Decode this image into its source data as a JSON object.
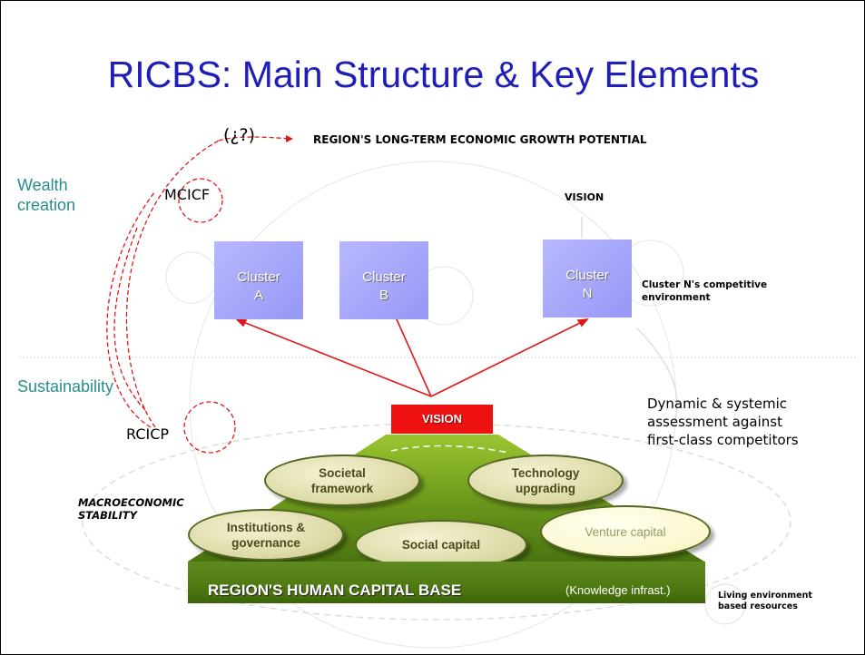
{
  "title": "RICBS: Main Structure & Key Elements",
  "left_labels": {
    "wealth": "Wealth\ncreation",
    "sustainability": "Sustainability",
    "macro": "MACROECONOMIC\nSTABILITY"
  },
  "top": {
    "question": "(¿?)",
    "growth": "REGION'S LONG-TERM ECONOMIC GROWTH POTENTIAL",
    "mcicf": "MCICF",
    "vision_label": "VISION",
    "rcicp": "RCICP"
  },
  "clusters": [
    {
      "line1": "Cluster",
      "line2": "A"
    },
    {
      "line1": "Cluster",
      "line2": "B"
    },
    {
      "line1": "Cluster",
      "line2": "N"
    }
  ],
  "annotations": {
    "cluster_n_env": "Cluster N's competitive\nenvironment",
    "dynamic": "Dynamic & systemic\nassessment against\nfirst-class competitors",
    "living": "Living environment\nbased resources"
  },
  "vision_box": "VISION",
  "pillars": {
    "societal": "Societal\nframework",
    "technology": "Technology\nupgrading",
    "institutions": "Institutions &\ngovernance",
    "social": "Social capital",
    "venture": "Venture capital"
  },
  "base": {
    "label": "REGION'S HUMAN CAPITAL BASE",
    "sub": "(Knowledge infrast.)"
  },
  "colors": {
    "title": "#1f1fb8",
    "side_labels": "#2a8d8d",
    "cluster_fill": "#9797f6",
    "vision_fill": "#ee1111",
    "pyramid_green": "#4f7a12",
    "arrows": "#e01818"
  }
}
